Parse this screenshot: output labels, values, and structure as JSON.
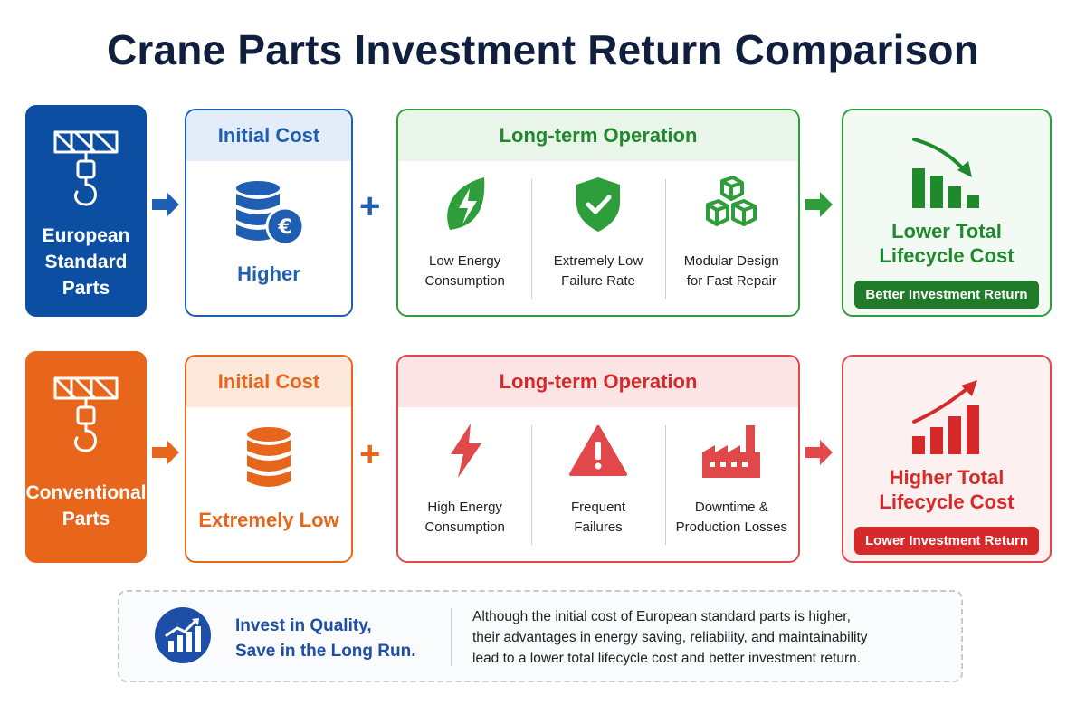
{
  "title": "Crane Parts Investment Return Comparison",
  "colors": {
    "blue": "#0b4ea2",
    "orange": "#e8661b",
    "green": "#2e9e3a",
    "red": "#e0484a",
    "navy": "#0f1f3d"
  },
  "european": {
    "label": [
      "European",
      "Standard",
      "Parts"
    ],
    "label_icon": "crane-hook-icon",
    "initial_cost": {
      "heading": "Initial Cost",
      "value": "Higher",
      "icon": "coin-stack-euro-icon"
    },
    "operation": {
      "heading": "Long-term Operation",
      "items": [
        {
          "icon": "leaf-lightning-icon",
          "lines": [
            "Low Energy",
            "Consumption"
          ]
        },
        {
          "icon": "shield-check-icon",
          "lines": [
            "Extremely Low",
            "Failure Rate"
          ]
        },
        {
          "icon": "modular-cubes-icon",
          "lines": [
            "Modular Design",
            "for Fast Repair"
          ]
        }
      ]
    },
    "result": {
      "lines": [
        "Lower Total",
        "Lifecycle Cost"
      ],
      "badge": "Better Investment Return",
      "icon": "declining-bar-chart-icon"
    }
  },
  "conventional": {
    "label": [
      "Conventional",
      "Parts"
    ],
    "label_icon": "crane-hook-icon",
    "initial_cost": {
      "heading": "Initial Cost",
      "value": "Extremely Low",
      "icon": "coin-stack-icon"
    },
    "operation": {
      "heading": "Long-term Operation",
      "items": [
        {
          "icon": "lightning-icon",
          "lines": [
            "High Energy",
            "Consumption"
          ]
        },
        {
          "icon": "warning-triangle-icon",
          "lines": [
            "Frequent",
            "Failures"
          ]
        },
        {
          "icon": "factory-icon",
          "lines": [
            "Downtime &",
            "Production Losses"
          ]
        }
      ]
    },
    "result": {
      "lines": [
        "Higher Total",
        "Lifecycle Cost"
      ],
      "badge": "Lower Investment Return",
      "icon": "rising-bar-chart-icon"
    }
  },
  "footer": {
    "icon": "growth-chart-icon",
    "slogan": [
      "Invest in Quality,",
      "Save in the Long Run."
    ],
    "description": [
      "Although the initial cost of European standard parts is higher,",
      "their advantages in energy saving, reliability, and maintainability",
      "lead to a lower total lifecycle cost and better investment return."
    ]
  }
}
